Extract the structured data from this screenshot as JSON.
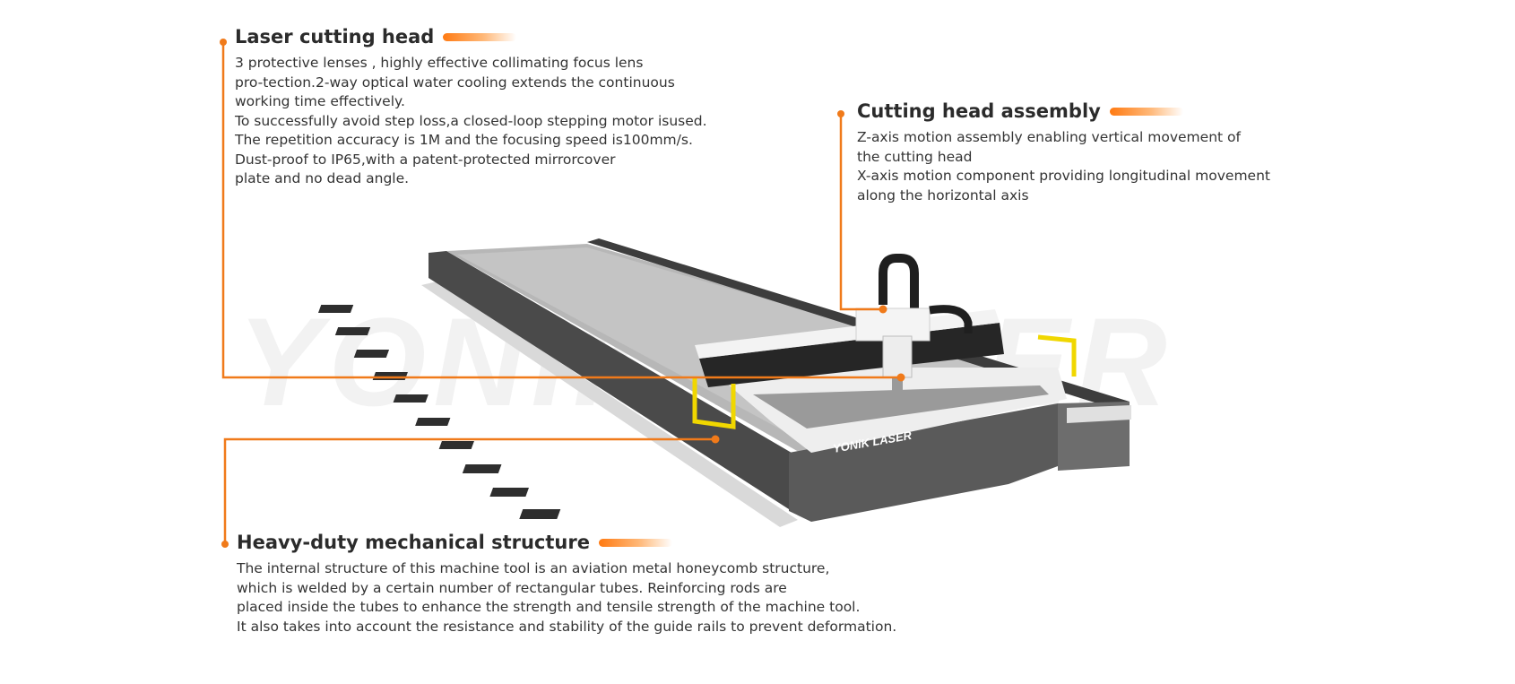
{
  "accent_color": "#f07a1a",
  "callouts": {
    "laser_cutting_head": {
      "title": "Laser cutting head",
      "lines": [
        "3 protective lenses , highly effective collimating focus lens",
        "pro-tection.2-way optical water cooling extends the continuous",
        "working time effectively.",
        "To successfully avoid step loss,a closed-loop stepping motor isused.",
        "The repetition accuracy is 1M and the focusing speed is100mm/s.",
        "Dust-proof to IP65,with a patent-protected mirrorcover",
        "plate and no dead angle."
      ]
    },
    "cutting_head_assembly": {
      "title": "Cutting head assembly",
      "lines": [
        "Z-axis motion assembly enabling vertical movement of",
        "the cutting head",
        "X-axis motion component providing longitudinal movement",
        "along the horizontal axis"
      ]
    },
    "heavy_duty_structure": {
      "title": "Heavy-duty mechanical structure",
      "lines": [
        "The internal structure of this machine tool is an aviation metal honeycomb structure,",
        "which is welded by a certain number of rectangular tubes. Reinforcing rods are",
        "placed inside the tubes to enhance the strength and tensile strength of the machine tool.",
        "It also takes into account the resistance and stability of the guide rails to prevent deformation."
      ]
    }
  },
  "machine": {
    "brand_label": "YONiK LASER",
    "watermark": "YONIK LASER"
  }
}
